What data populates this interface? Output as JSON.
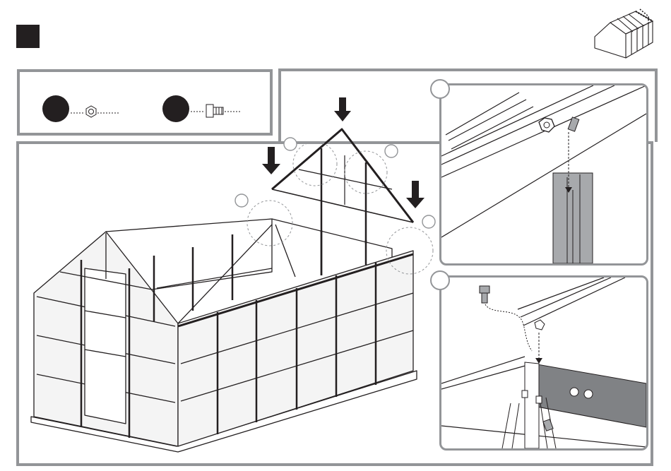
{
  "step": {
    "number": ""
  },
  "parts": [
    {
      "name": "nut",
      "icon": "hex-nut-icon",
      "count": ""
    },
    {
      "name": "bolt",
      "icon": "bolt-icon",
      "count": ""
    }
  ],
  "details": [
    {
      "id": "detail-1",
      "label": ""
    },
    {
      "id": "detail-2",
      "label": ""
    }
  ],
  "colors": {
    "panel_border": "#939598",
    "ink": "#231f20",
    "fill": "#ffffff",
    "gray": "#808285"
  }
}
